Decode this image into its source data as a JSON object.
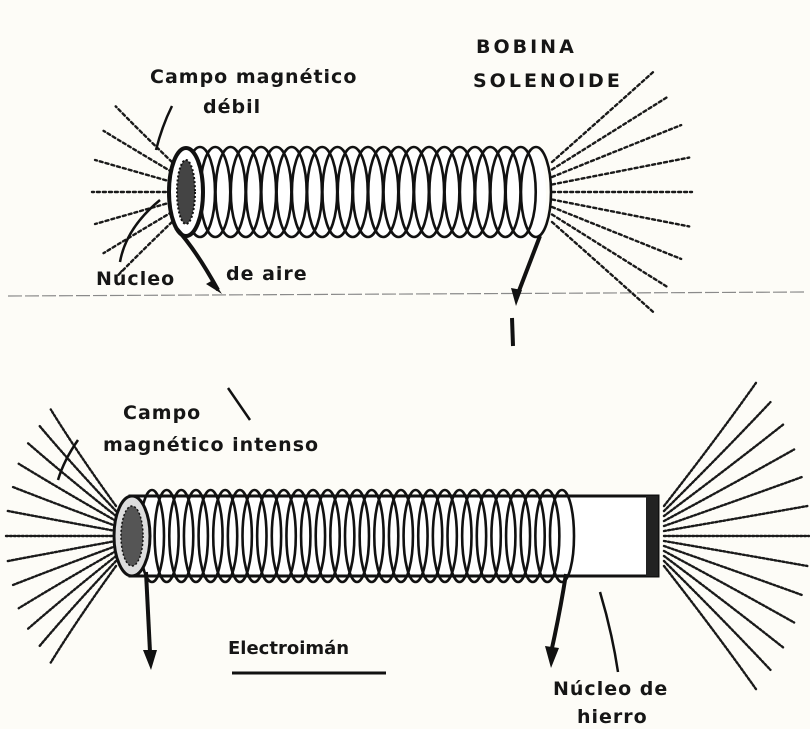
{
  "top": {
    "title_line1": "BOBINA",
    "title_line2": "SOLENOIDE",
    "field_label_line1": "Campo magnético",
    "field_label_line2": "débil",
    "core_label_part1": "Núcleo",
    "core_label_part2": "de aire"
  },
  "bottom": {
    "field_label_line1": "Campo",
    "field_label_line2": "magnético intenso",
    "caption": "Electroimán",
    "core_label_line1": "Núcleo de",
    "core_label_line2": "hierro"
  }
}
